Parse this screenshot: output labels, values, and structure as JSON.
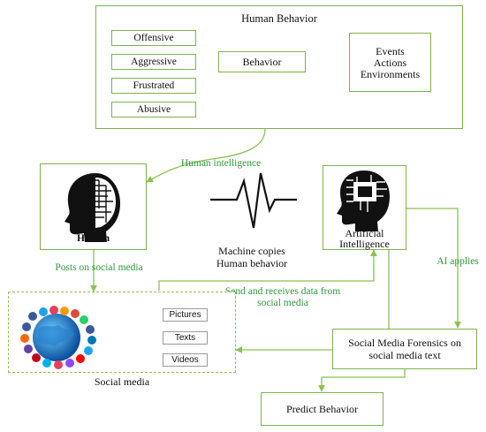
{
  "human_behavior": {
    "title": "Human Behavior",
    "behaviors": [
      "Offensive",
      "Aggressive",
      "Frustrated",
      "Abusive"
    ],
    "behavior_node": "Behavior",
    "sources": [
      "Events",
      "Actions",
      "Environments"
    ]
  },
  "human": {
    "label": "Human"
  },
  "ai": {
    "label_line1": "Artificial",
    "label_line2": "Intelligence"
  },
  "machine_copies": {
    "line1": "Machine copies",
    "line2": "Human behavior"
  },
  "edges": {
    "human_intelligence": "Human intelligence",
    "posts_on_social_media": "Posts on social media",
    "send_receive_line1": "Send and receives data from",
    "send_receive_line2": "social media",
    "ai_applies": "AI applies"
  },
  "social_media": {
    "label": "Social media",
    "outputs": [
      "Pictures",
      "Texts",
      "Videos"
    ]
  },
  "forensics": {
    "line1": "Social Media Forensics on",
    "line2": "social media text"
  },
  "predict": {
    "label": "Predict Behavior"
  },
  "colors": {
    "arrow": "#8cc152",
    "edge_label": "#2f9a3a",
    "border": "#7fb24a"
  }
}
